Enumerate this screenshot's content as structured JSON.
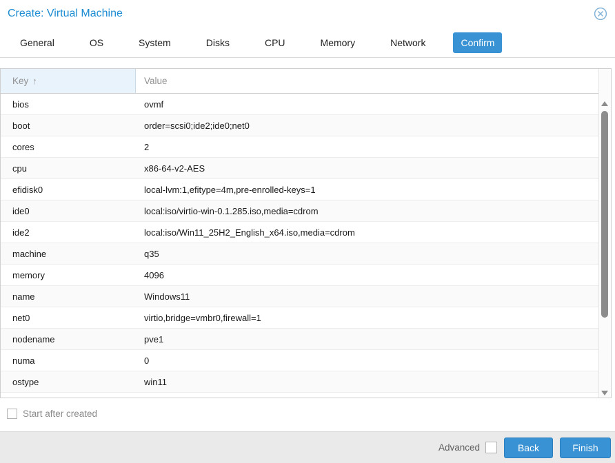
{
  "window": {
    "title": "Create: Virtual Machine",
    "close_icon": "circle-x"
  },
  "tabs": {
    "items": [
      "General",
      "OS",
      "System",
      "Disks",
      "CPU",
      "Memory",
      "Network",
      "Confirm"
    ],
    "active": "Confirm"
  },
  "table": {
    "columns": {
      "key": "Key",
      "value": "Value"
    },
    "sort_indicator": "↑",
    "sorted_column": "Key",
    "sort_direction": "ascending",
    "rows": [
      {
        "key": "bios",
        "value": "ovmf"
      },
      {
        "key": "boot",
        "value": "order=scsi0;ide2;ide0;net0"
      },
      {
        "key": "cores",
        "value": "2"
      },
      {
        "key": "cpu",
        "value": "x86-64-v2-AES"
      },
      {
        "key": "efidisk0",
        "value": "local-lvm:1,efitype=4m,pre-enrolled-keys=1"
      },
      {
        "key": "ide0",
        "value": "local:iso/virtio-win-0.1.285.iso,media=cdrom"
      },
      {
        "key": "ide2",
        "value": "local:iso/Win11_25H2_English_x64.iso,media=cdrom"
      },
      {
        "key": "machine",
        "value": "q35"
      },
      {
        "key": "memory",
        "value": "4096"
      },
      {
        "key": "name",
        "value": "Windows11"
      },
      {
        "key": "net0",
        "value": "virtio,bridge=vmbr0,firewall=1"
      },
      {
        "key": "nodename",
        "value": "pve1"
      },
      {
        "key": "numa",
        "value": "0"
      },
      {
        "key": "ostype",
        "value": "win11"
      }
    ]
  },
  "options": {
    "start_after_created_label": "Start after created",
    "start_after_created_checked": false
  },
  "footer": {
    "advanced_label": "Advanced",
    "advanced_checked": false,
    "back_label": "Back",
    "finish_label": "Finish"
  },
  "colors": {
    "accent": "#3892d4",
    "title_blue": "#1d8cd3",
    "header_key_bg": "#e9f3fc",
    "footer_bg": "#eaeaea",
    "scrollbar_thumb": "#8c8c8c"
  }
}
